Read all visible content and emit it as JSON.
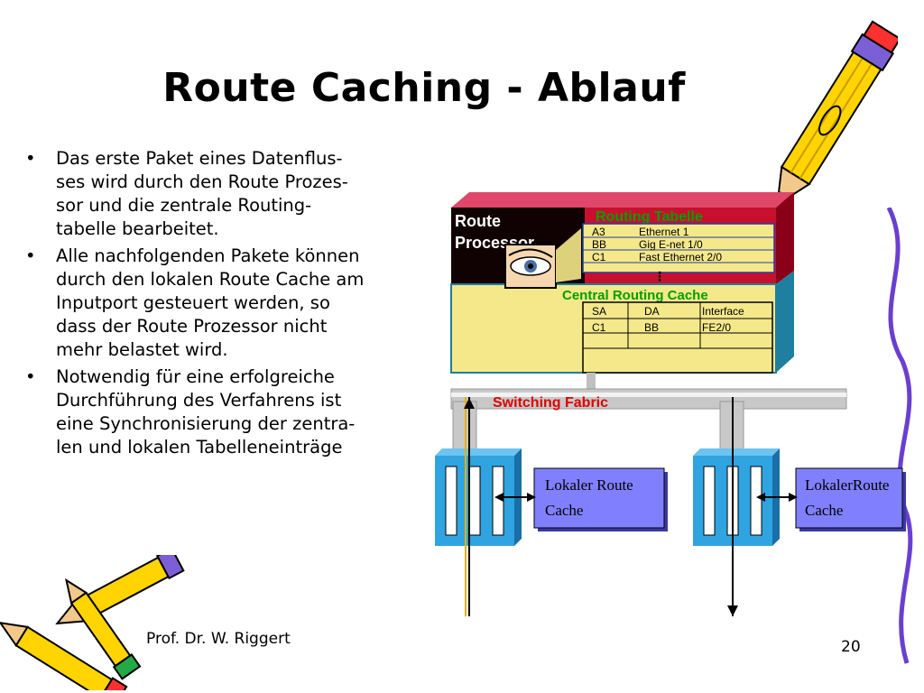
{
  "slide": {
    "title": "Route Caching - Ablauf",
    "bullets": [
      {
        "text": "Das erste Paket eines Datenflus-\nses wird durch den Route Prozes-\nsor und die zentrale Routing-\ntabelle bearbeitet."
      },
      {
        "text": "Alle nachfolgenden Pakete können\ndurch den lokalen Route Cache am\nInputport gesteuert werden, so\ndass der Route Prozessor nicht\nmehr belastet wird."
      },
      {
        "text": "Notwendig für eine erfolgreiche\nDurchführung des Verfahrens ist\neine Synchronisierung der zentra-\nlen und lokalen Tabelleneinträge"
      }
    ],
    "bullet_symbol": "•",
    "footer": "Prof. Dr. W. Riggert",
    "page_number": "20"
  },
  "diagram": {
    "route_processor_line1": "Route",
    "route_processor_line2": "Processor",
    "routing_table": {
      "title": "Routing Tabelle",
      "rows": [
        {
          "a": "A3",
          "b": "Ethernet 1"
        },
        {
          "a": "BB",
          "b": "Gig E-net 1/0"
        },
        {
          "a": "C1",
          "b": "Fast Ethernet 2/0"
        }
      ],
      "ellipsis": "⋮"
    },
    "central_cache": {
      "title": "Central Routing Cache",
      "headers": [
        "SA",
        "DA",
        "Interface"
      ],
      "row": [
        "C1",
        "BB",
        "FE2/0"
      ]
    },
    "switching_fabric": "Switching Fabric",
    "local_cache_left": {
      "line1": "Lokaler Route",
      "line2": "Cache"
    },
    "local_cache_right": {
      "line1": "LokalerRoute",
      "line2": "Cache"
    },
    "colors": {
      "red_box": "#c8102e",
      "yellow_panel": "#f5e88a",
      "teal_side": "#1e7fa0",
      "blue_port": "#2fa4e0",
      "purple_box": "#8080ff",
      "green_label": "#00a000",
      "fabric_label": "#e00000"
    }
  },
  "decor": {
    "pencil_icon": "pencil-icon"
  }
}
